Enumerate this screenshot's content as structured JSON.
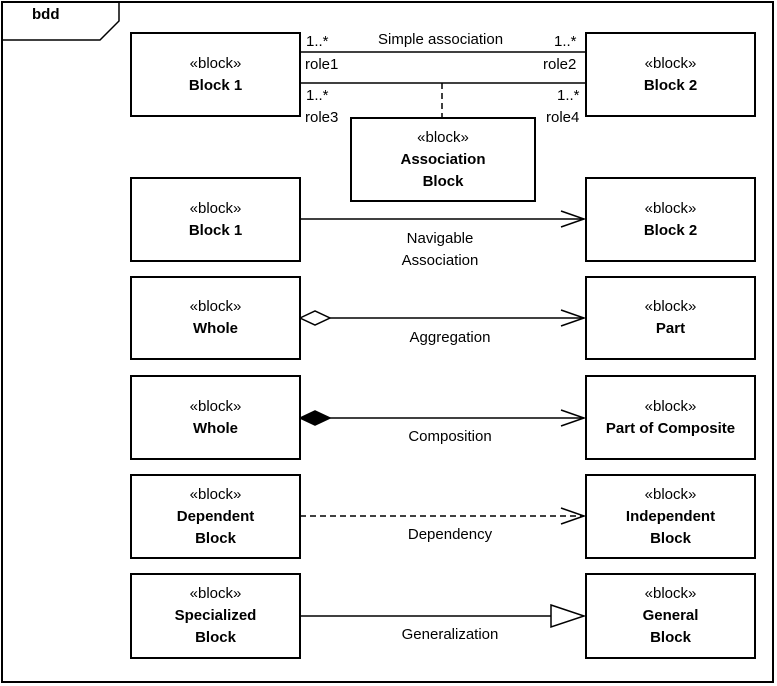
{
  "frame": {
    "label": "bdd"
  },
  "simple_association": {
    "label": "Simple association",
    "left_block": {
      "stereotype": "«block»",
      "name": "Block 1"
    },
    "right_block": {
      "stereotype": "«block»",
      "name": "Block 2"
    },
    "assoc_block": {
      "stereotype": "«block»",
      "name_lines": [
        "Association",
        "Block"
      ]
    },
    "end_labels": {
      "top_left_mult": "1..*",
      "top_left_role": "role1",
      "top_right_mult": "1..*",
      "top_right_role": "role2",
      "bottom_left_mult": "1..*",
      "bottom_left_role": "role3",
      "bottom_right_mult": "1..*",
      "bottom_right_role": "role4"
    }
  },
  "relations": [
    {
      "label_lines": [
        "Navigable",
        "Association"
      ],
      "left": {
        "stereotype": "«block»",
        "name_lines": [
          "Block 1"
        ]
      },
      "right": {
        "stereotype": "«block»",
        "name_lines": [
          "Block 2"
        ]
      }
    },
    {
      "label_lines": [
        "Aggregation"
      ],
      "left": {
        "stereotype": "«block»",
        "name_lines": [
          "Whole"
        ]
      },
      "right": {
        "stereotype": "«block»",
        "name_lines": [
          "Part"
        ]
      }
    },
    {
      "label_lines": [
        "Composition"
      ],
      "left": {
        "stereotype": "«block»",
        "name_lines": [
          "Whole"
        ]
      },
      "right": {
        "stereotype": "«block»",
        "name_lines": [
          "Part of Composite"
        ]
      }
    },
    {
      "label_lines": [
        "Dependency"
      ],
      "left": {
        "stereotype": "«block»",
        "name_lines": [
          "Dependent",
          "Block"
        ]
      },
      "right": {
        "stereotype": "«block»",
        "name_lines": [
          "Independent",
          "Block"
        ]
      }
    },
    {
      "label_lines": [
        "Generalization"
      ],
      "left": {
        "stereotype": "«block»",
        "name_lines": [
          "Specialized",
          "Block"
        ]
      },
      "right": {
        "stereotype": "«block»",
        "name_lines": [
          "General",
          "Block"
        ]
      }
    }
  ]
}
